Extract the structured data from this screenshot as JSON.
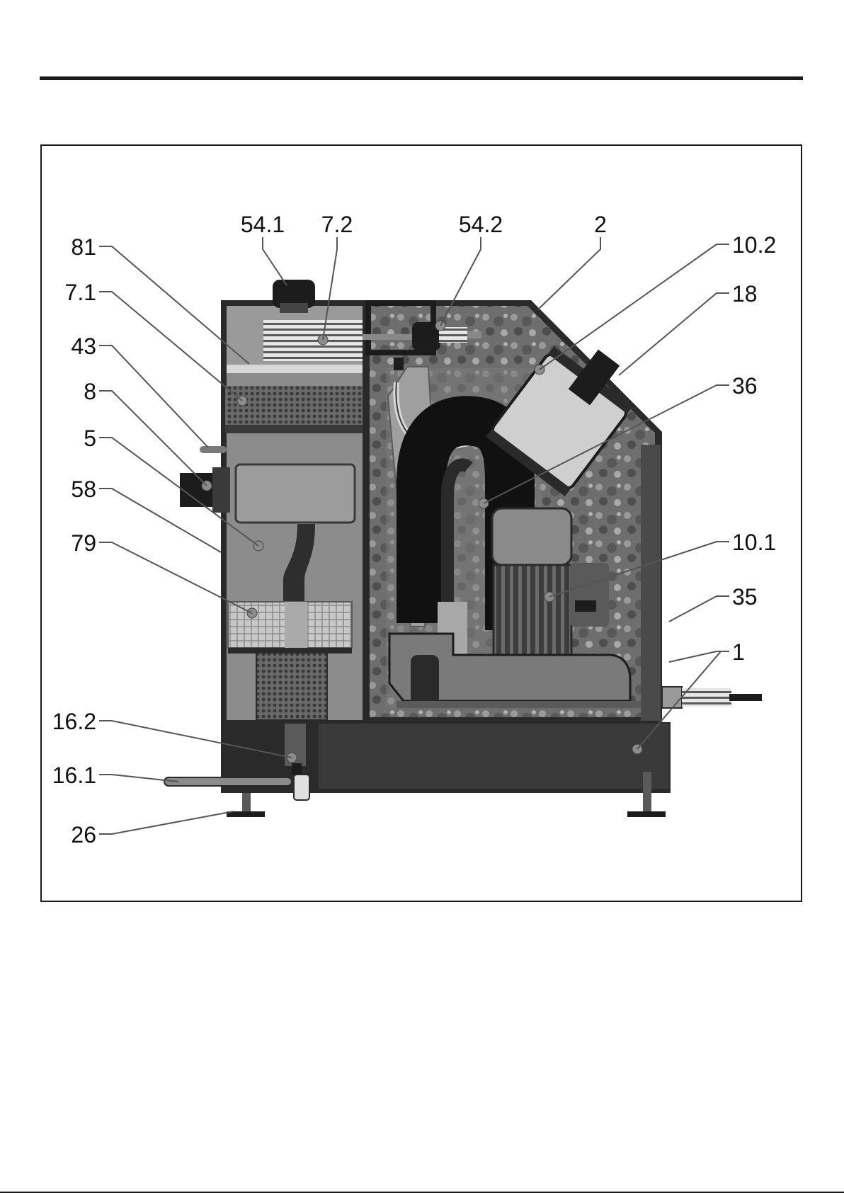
{
  "diagram": {
    "callouts": {
      "c81": "81",
      "c7_1": "7.1",
      "c43": "43",
      "c8": "8",
      "c5": "5",
      "c58": "58",
      "c79": "79",
      "c16_2": "16.2",
      "c16_1": "16.1",
      "c26": "26",
      "c54_1": "54.1",
      "c7_2": "7.2",
      "c54_2": "54.2",
      "c2": "2",
      "c10_2": "10.2",
      "c18": "18",
      "c36": "36",
      "c10_1": "10.1",
      "c35": "35",
      "c1": "1"
    }
  }
}
